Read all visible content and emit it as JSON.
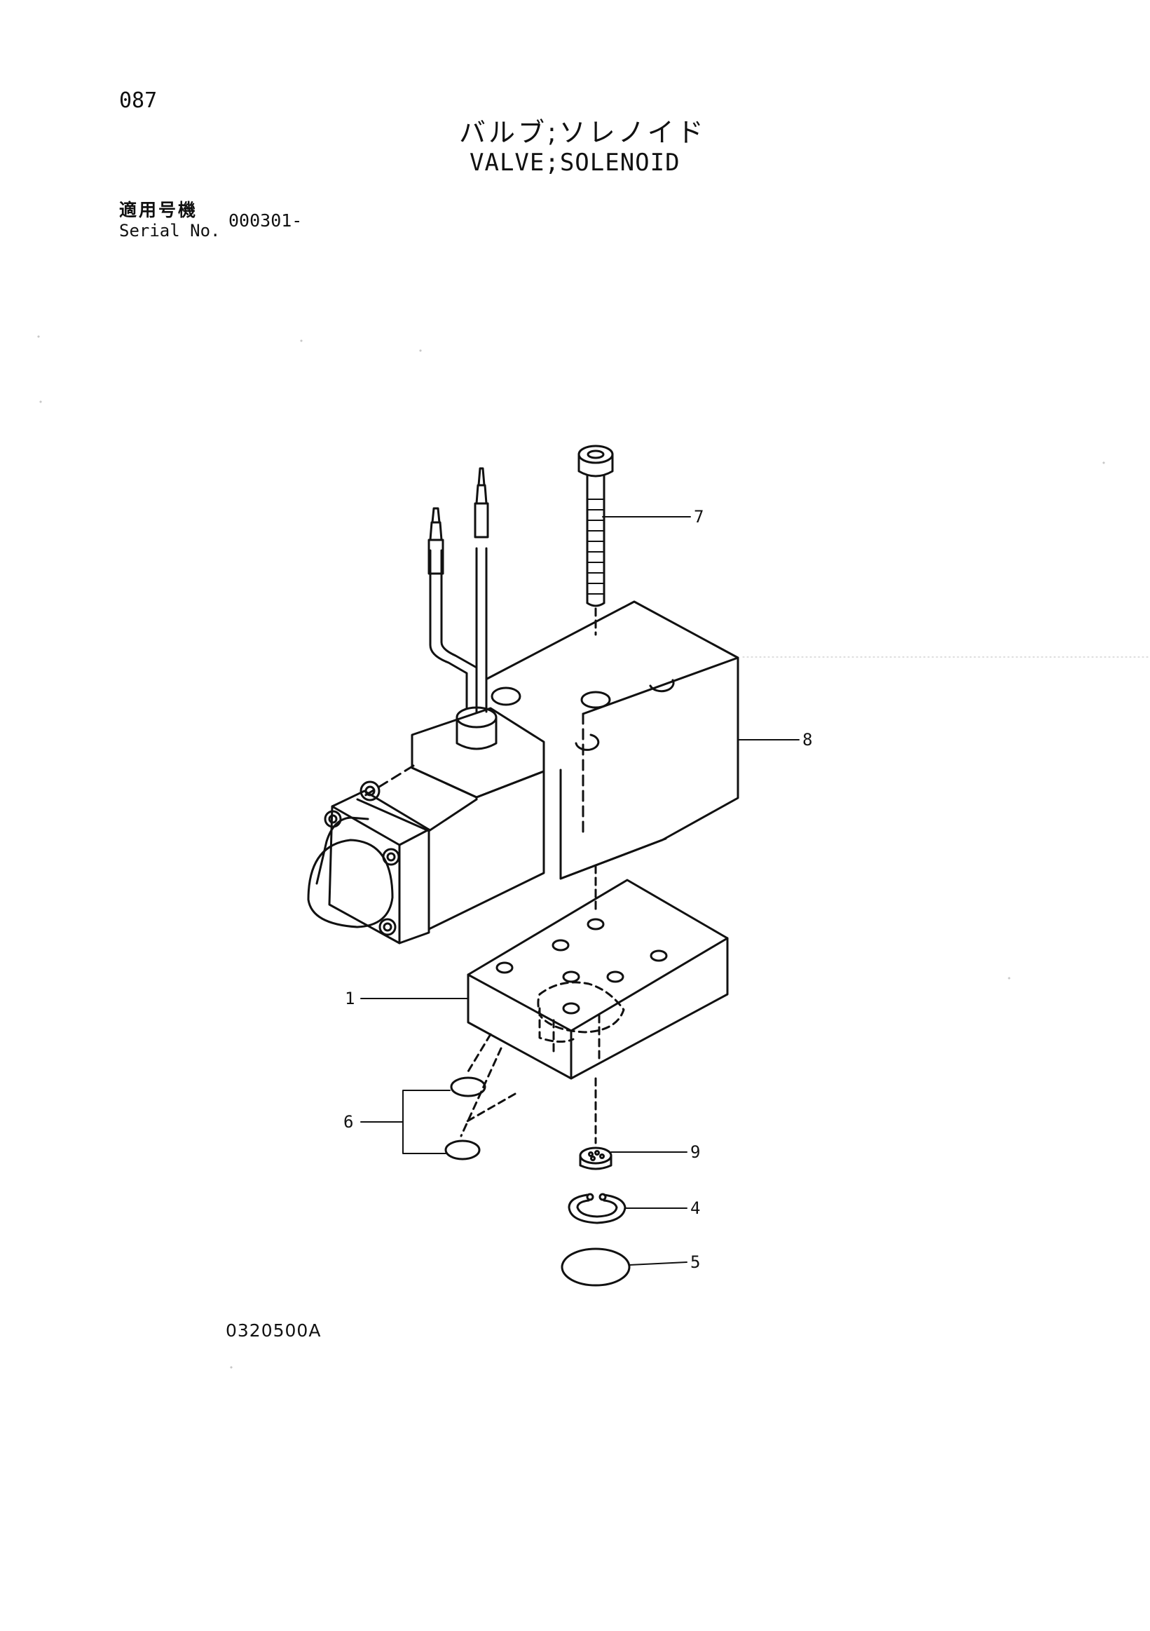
{
  "page": {
    "number": "087",
    "title_ja": "バルブ;ソレノイド",
    "title_en": "VALVE;SOLENOID",
    "serial_label_ja": "適用号機",
    "serial_label_en": "Serial No.",
    "serial_value": "000301-",
    "drawing_code": "0320500A"
  },
  "callouts": {
    "c1": "1",
    "c4": "4",
    "c5": "5",
    "c6": "6",
    "c7": "7",
    "c8": "8",
    "c9": "9"
  },
  "colors": {
    "ink": "#111111",
    "paper": "#ffffff"
  }
}
